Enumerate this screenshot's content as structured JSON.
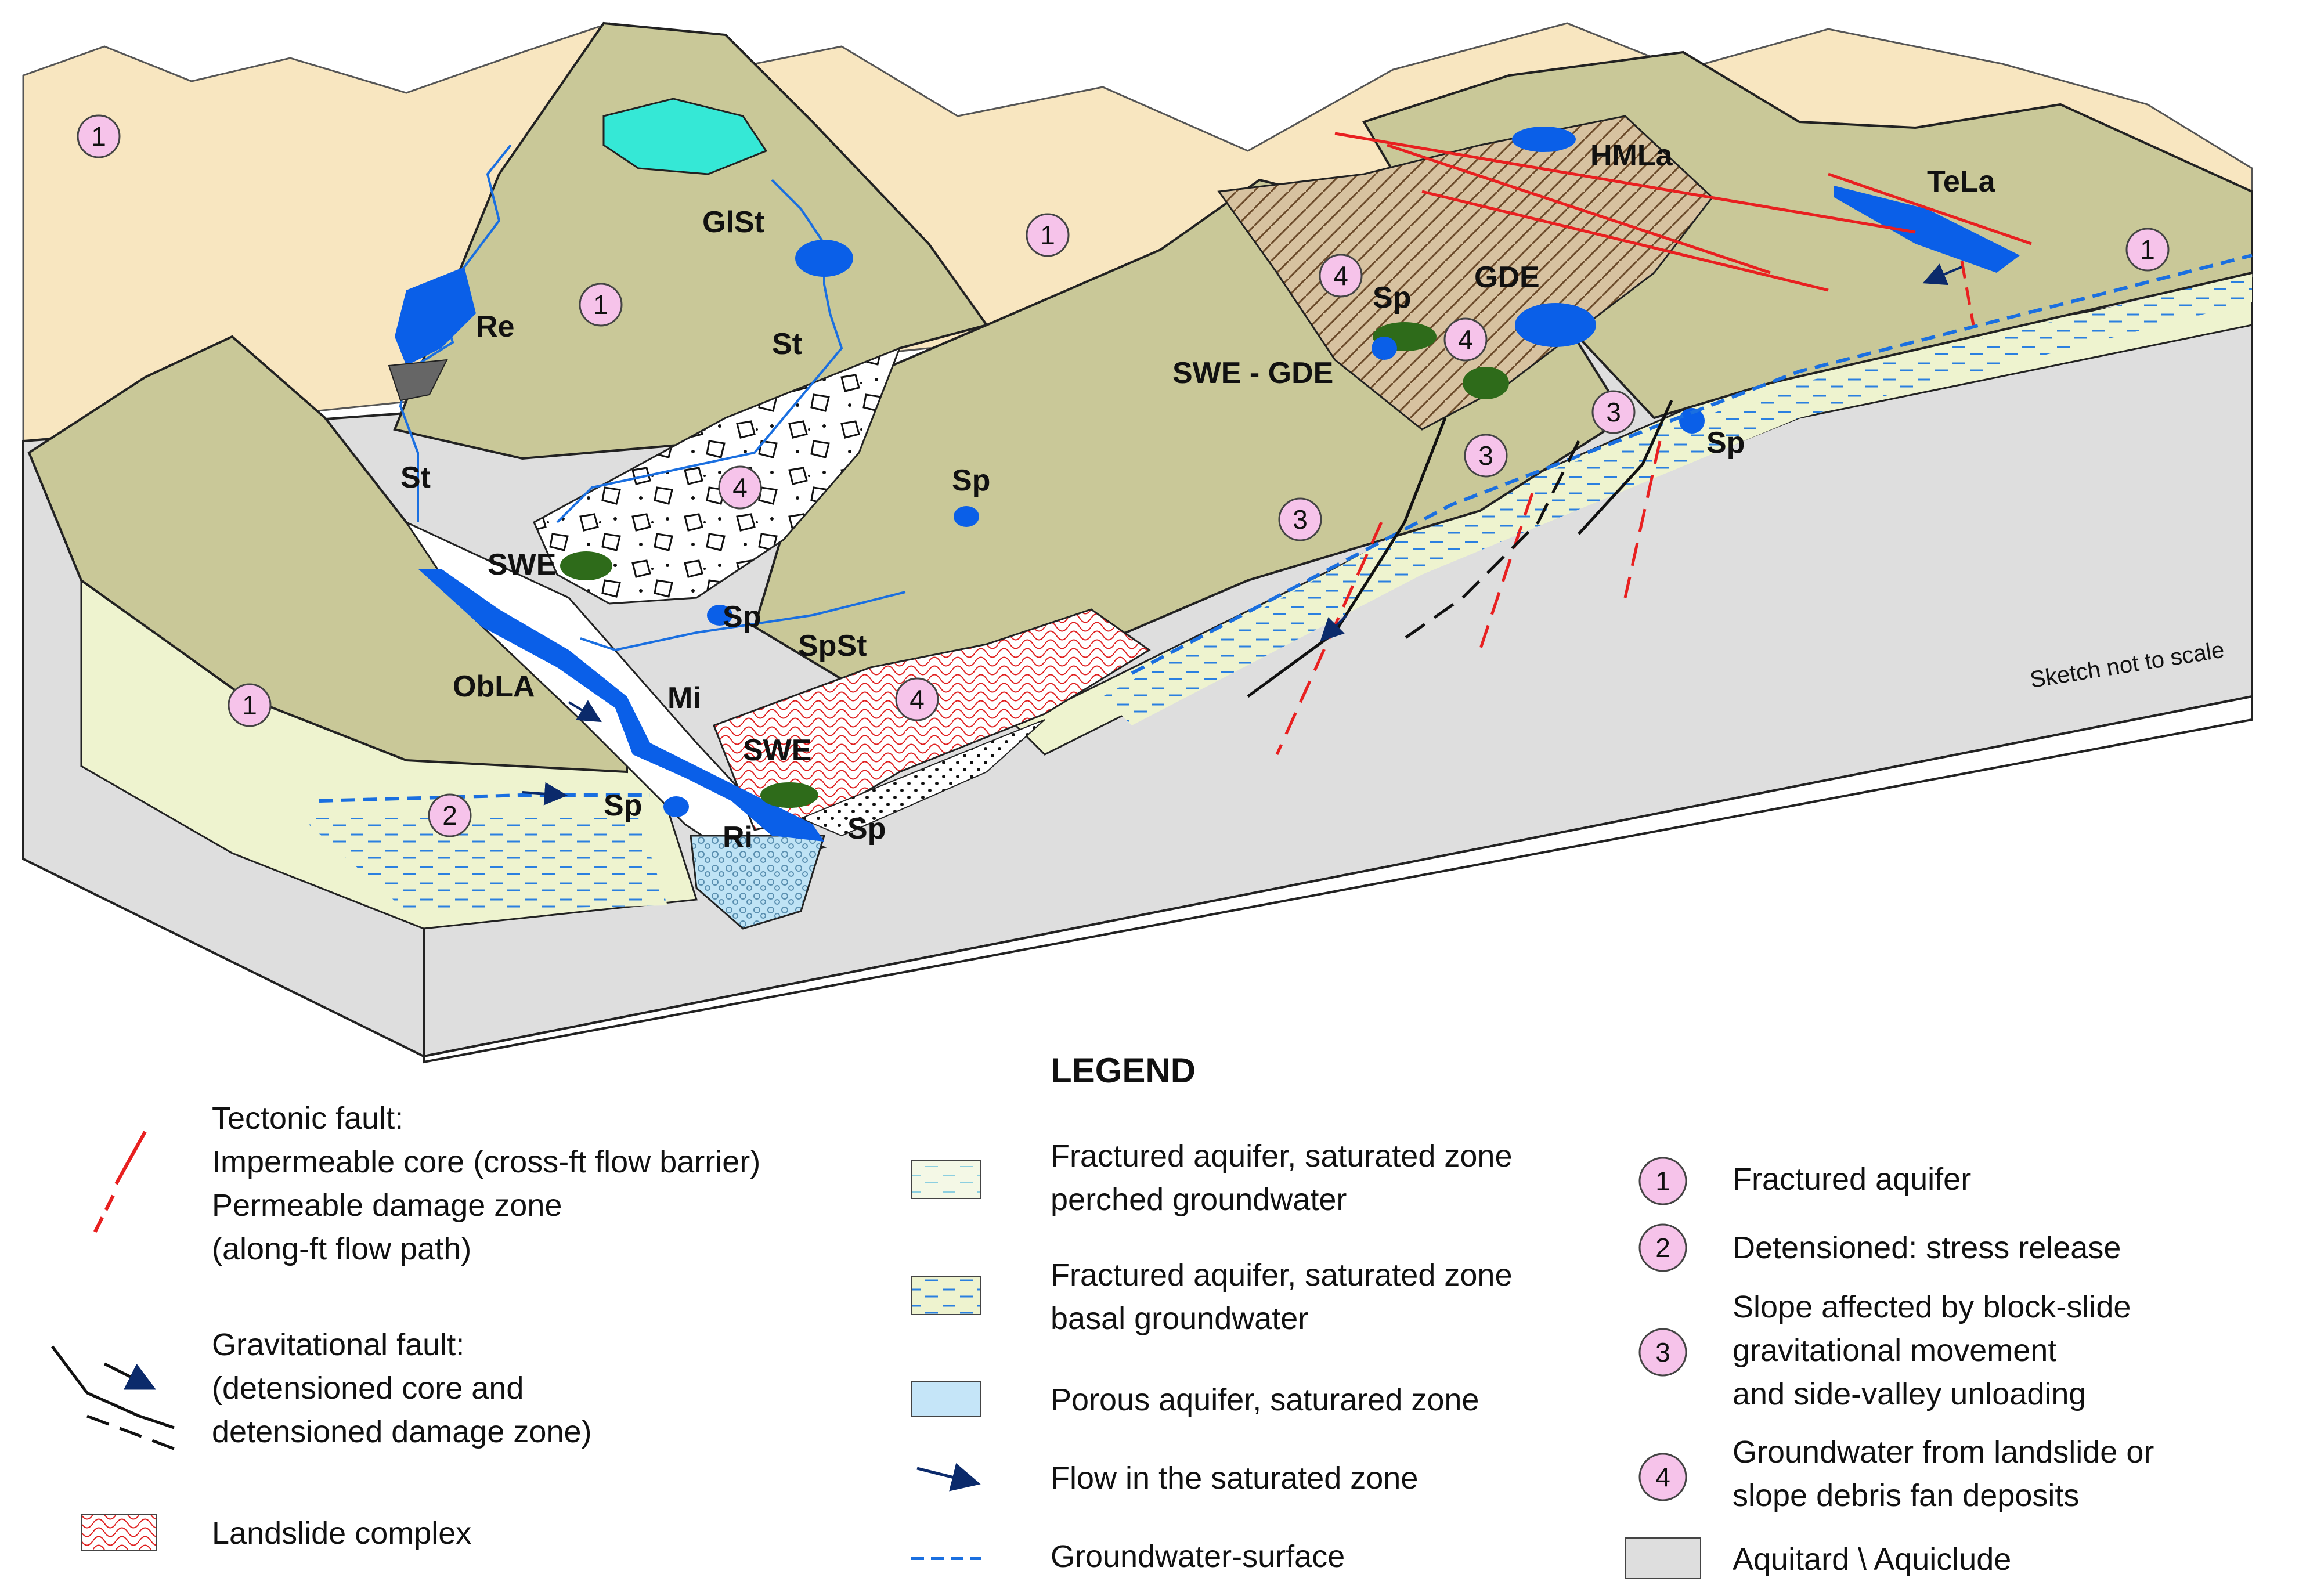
{
  "block_labels": {
    "re": "Re",
    "st_upper": "St",
    "st_left": "St",
    "glst": "GlSt",
    "sp_center": "Sp",
    "sp_mid": "Sp",
    "spst": "SpSt",
    "swe_left": "SWE",
    "swe_lower": "SWE",
    "obla": "ObLA",
    "mi": "Mi",
    "ri": "Ri",
    "sp_left": "Sp",
    "sp_bottom": "Sp",
    "hmla": "HMLa",
    "tela": "TeLa",
    "gde": "GDE",
    "swe_gde": "SWE - GDE",
    "sp_upper": "Sp",
    "sp_right": "Sp"
  },
  "zone_numbers": {
    "n1": "1",
    "n2": "2",
    "n3": "3",
    "n4": "4"
  },
  "scale_note": "Sketch not to scale",
  "legend": {
    "title": "LEGEND",
    "tectonic_fault": [
      "Tectonic fault:",
      "Impermeable core (cross-ft flow barrier)",
      "Permeable damage zone",
      "(along-ft flow path)"
    ],
    "gravitational_fault": [
      "Gravitational fault:",
      "(detensioned core and",
      "detensioned damage zone)"
    ],
    "landslide": "Landslide complex",
    "perched": [
      "Fractured aquifer, saturated zone",
      "perched groundwater"
    ],
    "basal": [
      "Fractured aquifer, saturated zone",
      "basal groundwater"
    ],
    "porous": "Porous aquifer, saturared zone",
    "flow": "Flow in the saturated zone",
    "gw_surface": "Groundwater-surface",
    "zones": [
      {
        "num": "1",
        "text": [
          "Fractured aquifer"
        ]
      },
      {
        "num": "2",
        "text": [
          "Detensioned: stress release"
        ]
      },
      {
        "num": "3",
        "text": [
          "Slope affected by block-slide",
          "gravitational movement",
          "and side-valley unloading"
        ]
      },
      {
        "num": "4",
        "text": [
          "Groundwater from landslide or",
          "slope debris fan deposits"
        ]
      }
    ],
    "aquitard": "Aquitard \\ Aquiclude"
  },
  "colors": {
    "background_mountains": "#f8e6c0",
    "slope": "#c9c898",
    "fractured_rock": "#eef3cf",
    "aquitard": "#dedede",
    "detensioned_band": "#d7c2a0",
    "water": "#0a5fe8",
    "lake": "#35e8d6",
    "wetland": "#2e6b1a",
    "fault": "#e82020",
    "zone_circle": "#f6c3ea",
    "porous": "#c5e5f8"
  }
}
